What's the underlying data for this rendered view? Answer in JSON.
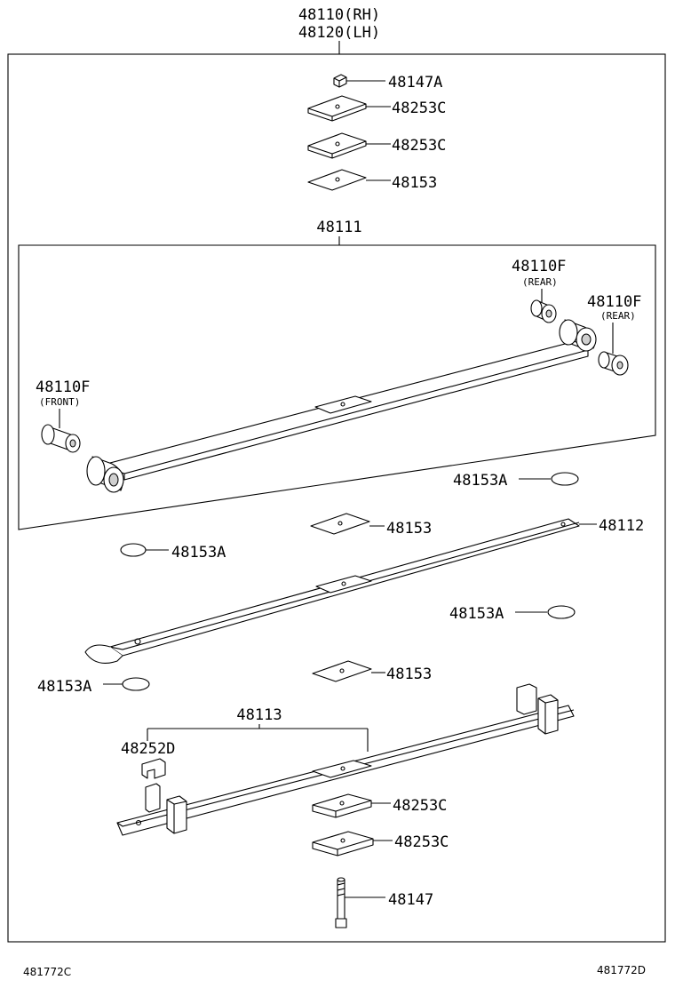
{
  "title": {
    "rh": "48110(RH)",
    "lh": "48120(LH)"
  },
  "parts": {
    "p48147A": "48147A",
    "p48253C_top1": "48253C",
    "p48253C_top2": "48253C",
    "p48153_top": "48153",
    "p48111": "48111",
    "p48110F_rear1": "48110F",
    "rear1_note": "(REAR)",
    "p48110F_rear2": "48110F",
    "rear2_note": "(REAR)",
    "p48110F_front": "48110F",
    "front_note": "(FRONT)",
    "p48153A_r1": "48153A",
    "p48153_mid": "48153",
    "p48112": "48112",
    "p48153A_l1": "48153A",
    "p48153A_r2": "48153A",
    "p48153A_l2": "48153A",
    "p48153_low": "48153",
    "p48113": "48113",
    "p48252D": "48252D",
    "p48253C_bot1": "48253C",
    "p48253C_bot2": "48253C",
    "p48147": "48147"
  },
  "footer": {
    "left_code": "481772C",
    "right_code": "481772D"
  }
}
